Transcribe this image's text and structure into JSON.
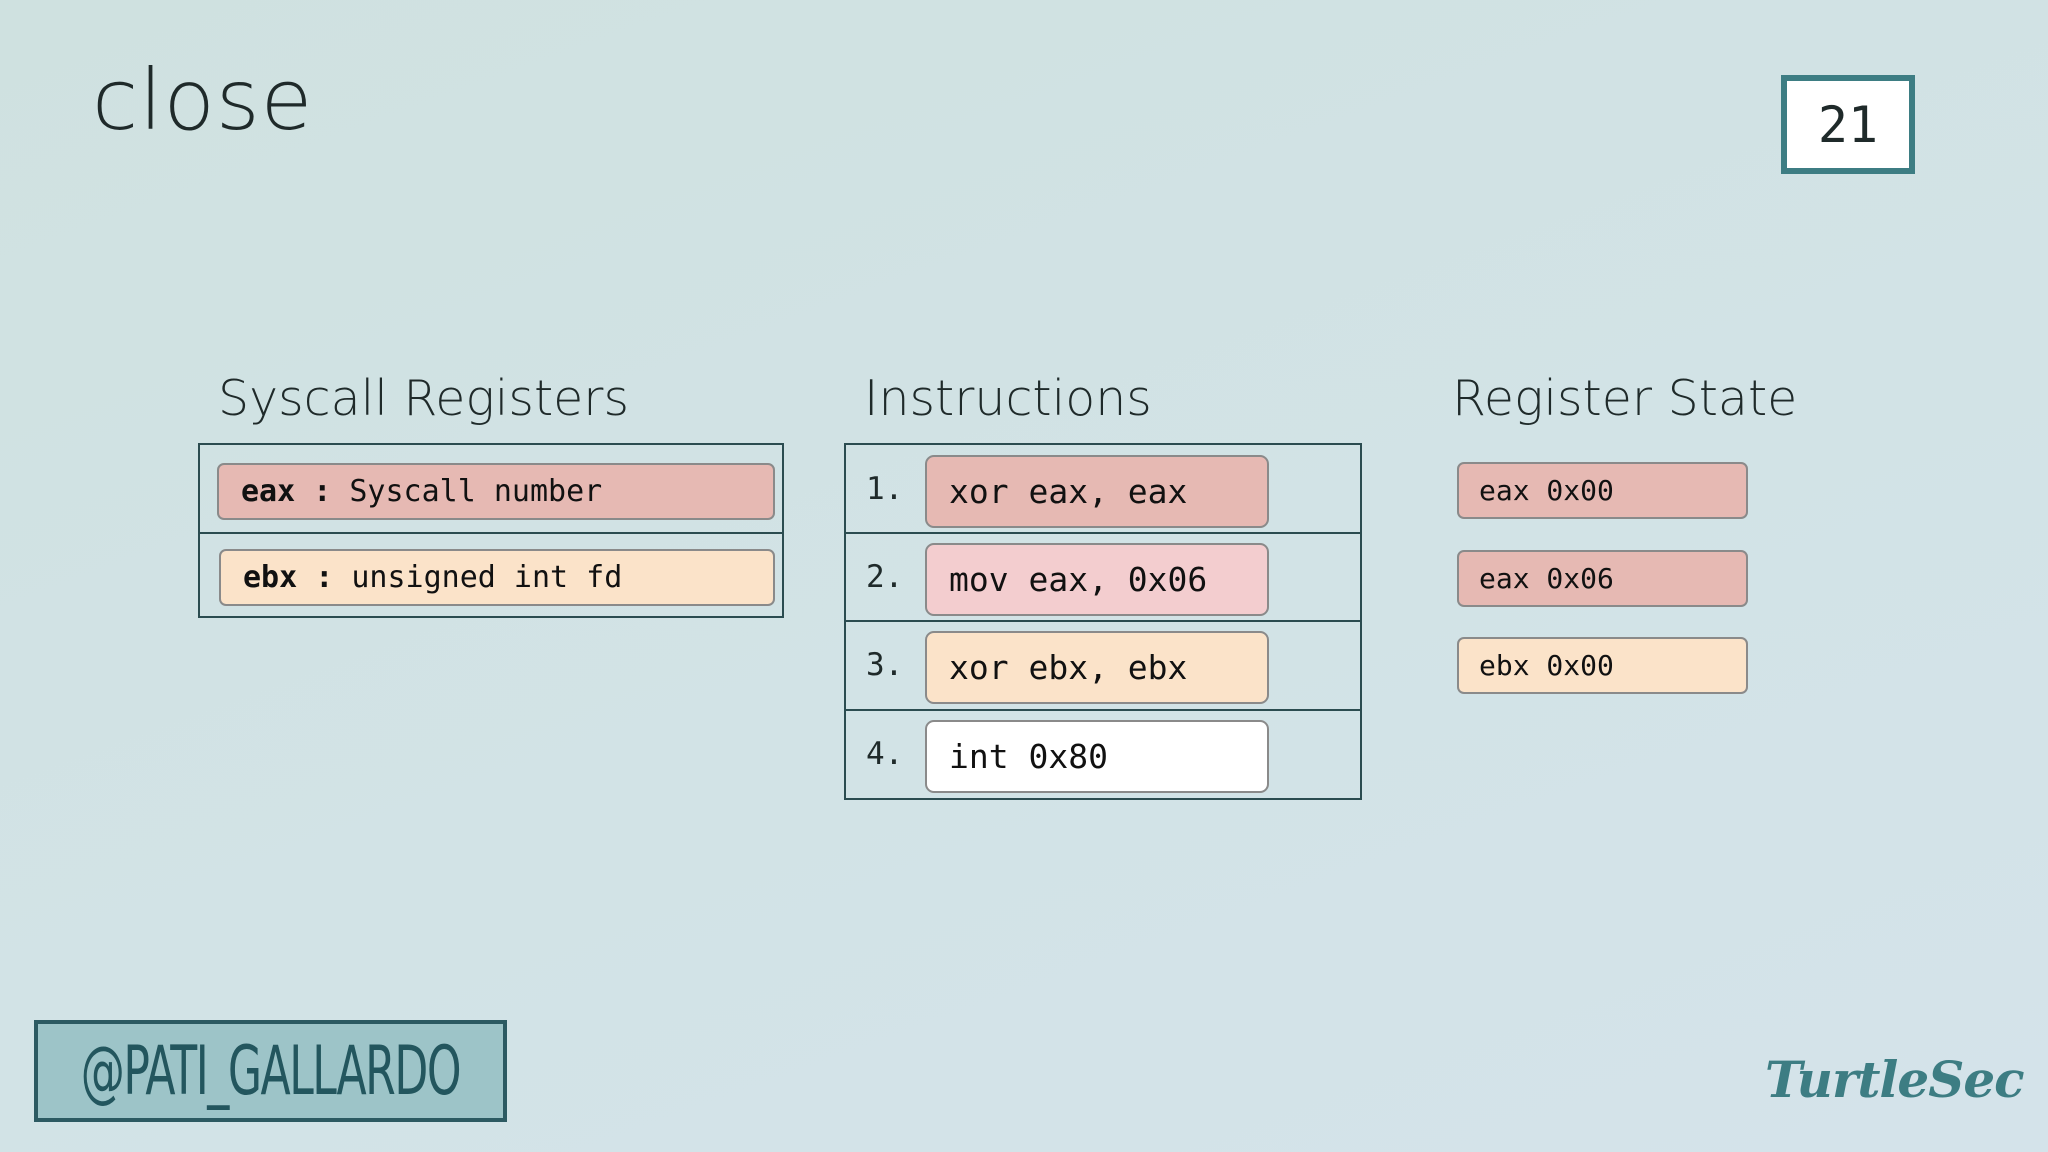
{
  "slide": {
    "title": "close",
    "page_number": "21",
    "handle": "@PATI_GALLARDO",
    "brand": "TurtleSec"
  },
  "syscall_registers": {
    "heading": "Syscall Registers",
    "rows": [
      {
        "reg": "eax",
        "sep": " : ",
        "desc": "Syscall number",
        "color": "#e6b9b3"
      },
      {
        "reg": "ebx",
        "sep": " : ",
        "desc": "unsigned int fd",
        "color": "#fbe3c9"
      }
    ]
  },
  "instructions": {
    "heading": "Instructions",
    "items": [
      {
        "num": "1.",
        "code": "xor eax, eax",
        "color": "#e6b9b3"
      },
      {
        "num": "2.",
        "code": "mov eax, 0x06",
        "color": "#f3cdcf"
      },
      {
        "num": "3.",
        "code": "xor ebx, ebx",
        "color": "#fbe3c9"
      },
      {
        "num": "4.",
        "code": "int 0x80",
        "color": "#ffffff"
      }
    ]
  },
  "register_state": {
    "heading": "Register State",
    "items": [
      {
        "text": "eax 0x00",
        "color": "#e6b9b3"
      },
      {
        "text": "eax 0x06",
        "color": "#e6b9b3"
      },
      {
        "text": "ebx 0x00",
        "color": "#fbe3c9"
      }
    ]
  }
}
